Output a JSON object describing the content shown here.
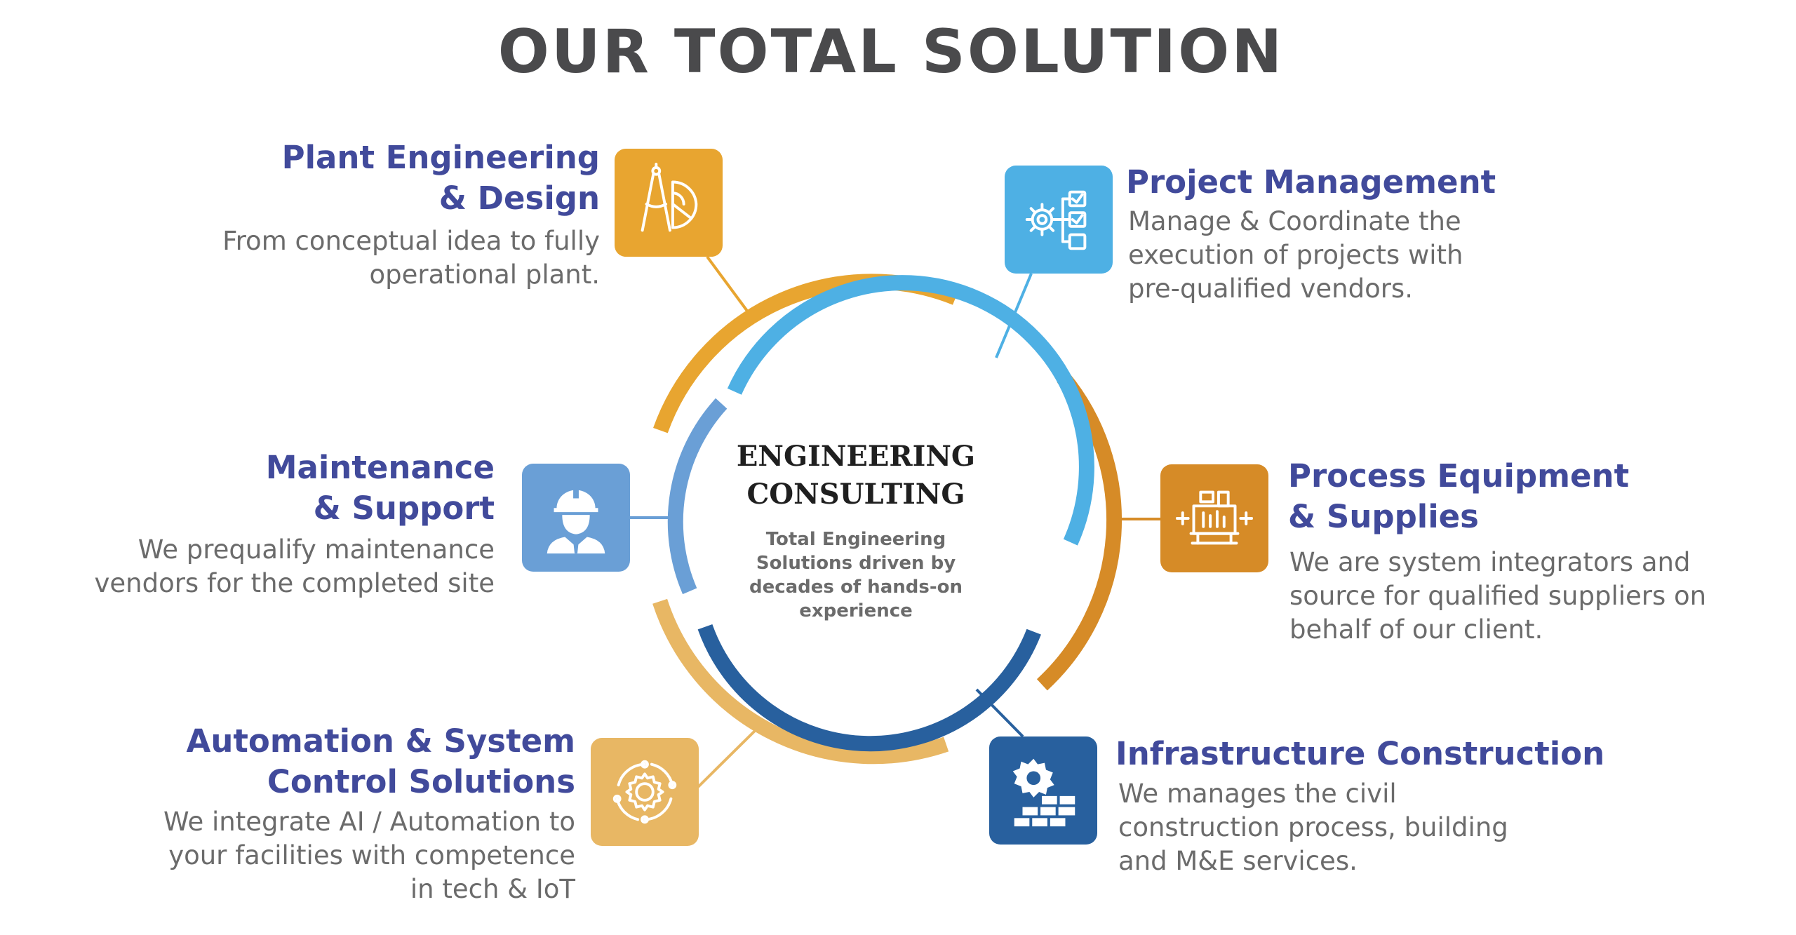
{
  "title": "OUR TOTAL SOLUTION",
  "center": {
    "title": "ENGINEERING\nCONSULTING",
    "subtitle": "Total Engineering\nSolutions driven by\ndecades of hands-on\nexperience"
  },
  "items": [
    {
      "heading_lines": [
        "Plant Engineering",
        "& Design"
      ],
      "description_lines": [
        "From conceptual idea to fully",
        "operational plant."
      ],
      "icon": "drafting-compass-protractor-icon",
      "color": "#e8a530"
    },
    {
      "heading_lines": [
        "Project Management"
      ],
      "description_lines": [
        "Manage & Coordinate the",
        "execution of projects with",
        "pre-qualified vendors."
      ],
      "icon": "gear-checklist-icon",
      "color": "#4eb0e4"
    },
    {
      "heading_lines": [
        "Maintenance",
        "& Support"
      ],
      "description_lines": [
        "We prequalify maintenance",
        "vendors for the completed site"
      ],
      "icon": "hard-hat-worker-icon",
      "color": "#6a9fd6"
    },
    {
      "heading_lines": [
        "Process Equipment",
        "& Supplies"
      ],
      "description_lines": [
        "We are system integrators and",
        "source for qualified suppliers on",
        "behalf of our client."
      ],
      "icon": "processing-machine-icon",
      "color": "#d68b27"
    },
    {
      "heading_lines": [
        "Automation & System",
        "Control Solutions"
      ],
      "description_lines": [
        "We integrate AI / Automation to",
        "your facilities with competence",
        "in tech & IoT"
      ],
      "icon": "automation-gear-icon",
      "color": "#e8b764"
    },
    {
      "heading_lines": [
        "Infrastructure Construction"
      ],
      "description_lines": [
        "We manages the civil",
        "construction process, building",
        "and M&E services."
      ],
      "icon": "gear-bricks-icon",
      "color": "#28609e"
    }
  ]
}
